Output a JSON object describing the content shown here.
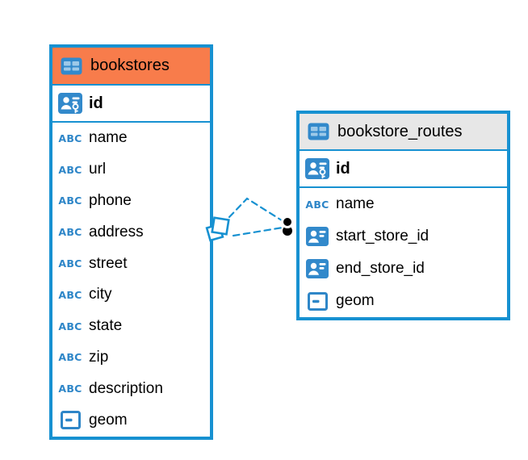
{
  "tables": [
    {
      "title": "bookstores",
      "columns": [
        {
          "name": "id",
          "type": "primary-key"
        },
        {
          "name": "name",
          "type": "text"
        },
        {
          "name": "url",
          "type": "text"
        },
        {
          "name": "phone",
          "type": "text"
        },
        {
          "name": "address",
          "type": "text"
        },
        {
          "name": "street",
          "type": "text"
        },
        {
          "name": "city",
          "type": "text"
        },
        {
          "name": "state",
          "type": "text"
        },
        {
          "name": "zip",
          "type": "text"
        },
        {
          "name": "description",
          "type": "text"
        },
        {
          "name": "geom",
          "type": "geometry"
        }
      ]
    },
    {
      "title": "bookstore_routes",
      "columns": [
        {
          "name": "id",
          "type": "primary-key"
        },
        {
          "name": "name",
          "type": "text"
        },
        {
          "name": "start_store_id",
          "type": "reference"
        },
        {
          "name": "end_store_id",
          "type": "reference"
        },
        {
          "name": "geom",
          "type": "geometry"
        }
      ]
    }
  ],
  "icon_labels": {
    "text_type": "ABC"
  },
  "relationships": [
    {
      "from_table": "bookstore_routes",
      "from_column": "start_store_id",
      "to_table": "bookstores",
      "to_column": "id",
      "line_style": "dashed"
    },
    {
      "from_table": "bookstore_routes",
      "from_column": "end_store_id",
      "to_table": "bookstores",
      "to_column": "id",
      "line_style": "dashed"
    }
  ],
  "colors": {
    "table_border": "#1791D1",
    "bookstores_header": "#F87C4B",
    "bookstore_routes_header": "#E7E7E7",
    "icon_blue": "#3289CB",
    "icon_cell_blue": "#9DC9E8",
    "link_line": "#1791D1",
    "link_endpoint": "#000000"
  }
}
